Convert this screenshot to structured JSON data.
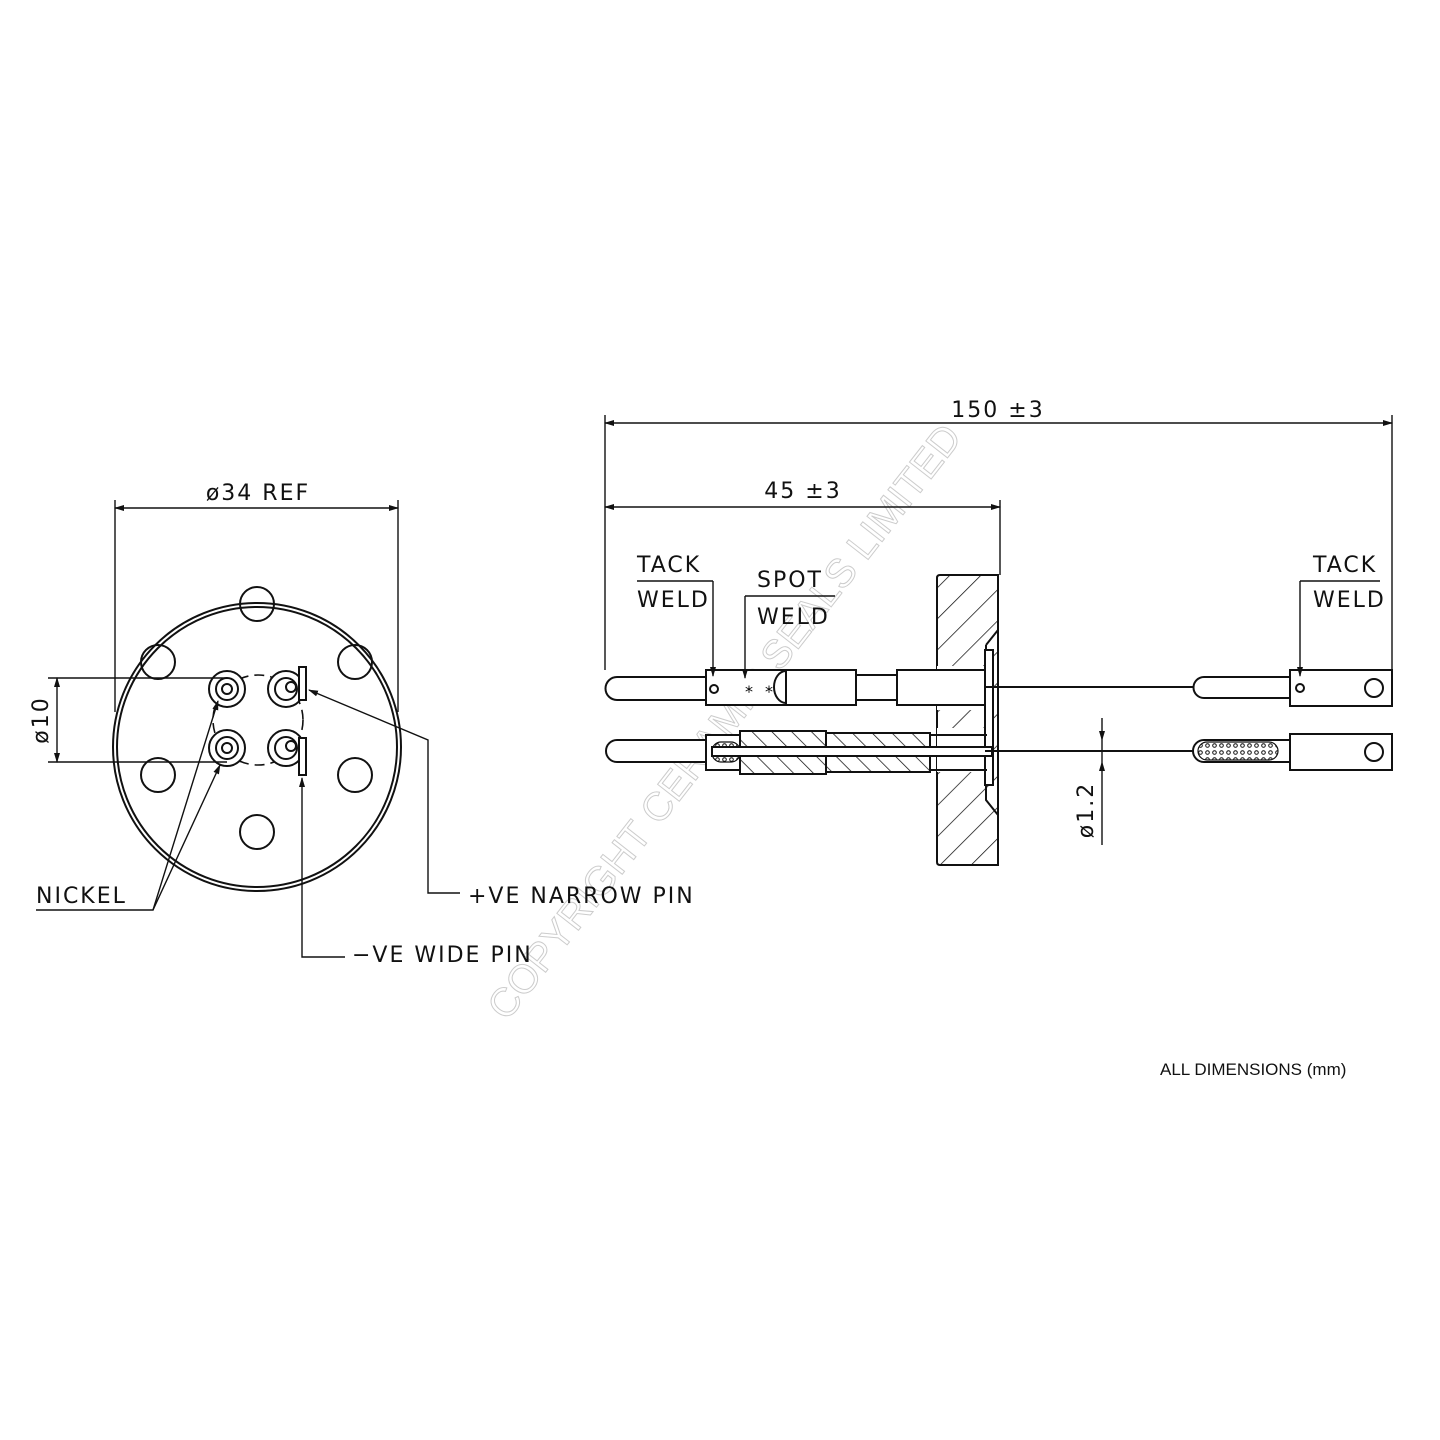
{
  "front_view": {
    "diameter_label": "ø34 REF",
    "pcd_label": "ø10",
    "nickel_label": "NICKEL",
    "positive_pin_label": "+VE NARROW PIN",
    "negative_pin_label": "−VE WIDE PIN"
  },
  "side_view": {
    "overall_length_label": "150 ±3",
    "inner_length_label": "45 ±3",
    "tack_weld_left": {
      "line1": "TACK",
      "line2": "WELD"
    },
    "spot_weld": {
      "line1": "SPOT",
      "line2": "WELD"
    },
    "tack_weld_right": {
      "line1": "TACK",
      "line2": "WELD"
    },
    "wire_diameter_label": "ø1.2"
  },
  "footer": {
    "units_note": "ALL DIMENSIONS (mm)"
  },
  "watermark": "COPYRIGHT CERAMIC SEALS LIMITED"
}
